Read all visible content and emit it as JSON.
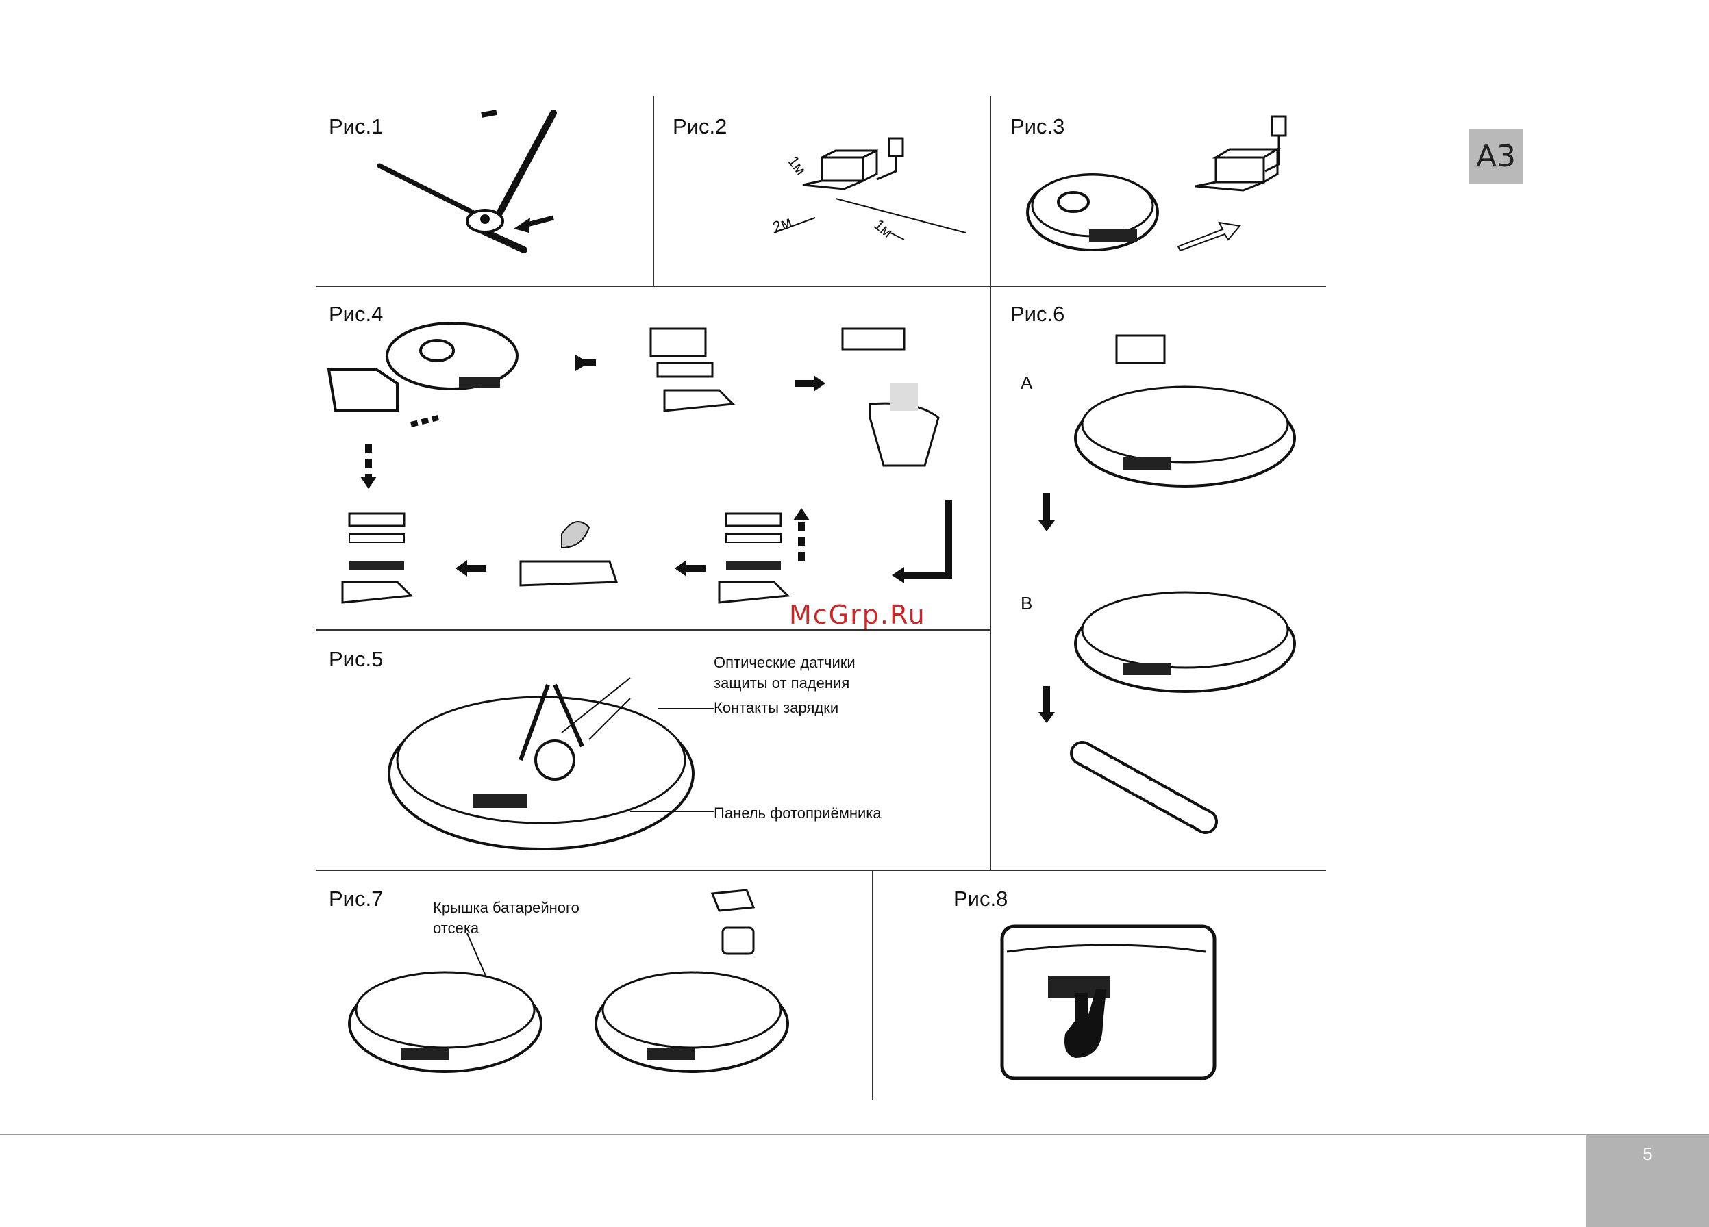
{
  "figures": {
    "fig1": "Рис.1",
    "fig2": "Рис.2",
    "fig3": "Рис.3",
    "fig4": "Рис.4",
    "fig5": "Рис.5",
    "fig6": "Рис.6",
    "fig7": "Рис.7",
    "fig8": "Рис.8"
  },
  "fig2_distances": {
    "top": "1м",
    "left": "2м",
    "right": "1м"
  },
  "fig5_callouts": {
    "sensors_line1": "Оптические датчики",
    "sensors_line2": "защиты от падения",
    "contacts": "Контакты зарядки",
    "panel": "Панель фотоприёмника"
  },
  "fig6_steps": {
    "a": "A",
    "b": "B"
  },
  "fig7_callout": {
    "line1": "Крышка батарейного",
    "line2": "отсека"
  },
  "section_tab": "A3",
  "watermark": "McGrp.Ru",
  "page_number": "5"
}
